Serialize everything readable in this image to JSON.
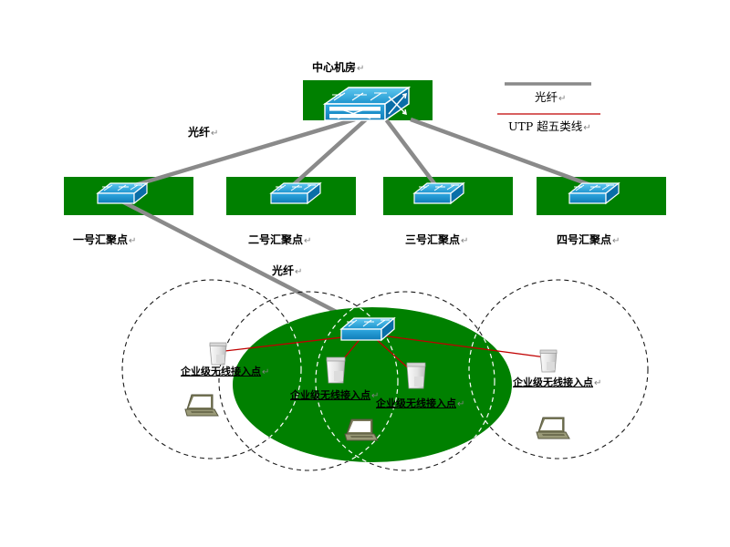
{
  "diagram": {
    "title_text": "中心机房",
    "pilcrow": "↵",
    "colors": {
      "zone_green": "#008000",
      "fiber_gray": "#808080",
      "utp_red": "#c00000",
      "switch_blue": "#1f9fd8",
      "switch_dark": "#0a6ea8",
      "ap_gray": "#e8e8e8",
      "laptop_olive": "#6b6b4b",
      "background": "#ffffff"
    },
    "core": {
      "label": "中心机房"
    },
    "aggregation_points": [
      {
        "label": "一号汇聚点"
      },
      {
        "label": "二号汇聚点"
      },
      {
        "label": "三号汇聚点"
      },
      {
        "label": "四号汇聚点"
      }
    ],
    "link_labels": [
      {
        "text": "光纤"
      },
      {
        "text": "光纤"
      }
    ],
    "legend": {
      "items": [
        {
          "label": "光纤",
          "color": "#808080",
          "style": "solid-thick"
        },
        {
          "label": "UTP 超五类线",
          "color": "#c00000",
          "style": "solid-thin"
        }
      ]
    },
    "access_points": [
      {
        "label": "企业级无线接入点"
      },
      {
        "label": "企业级无线接入点"
      },
      {
        "label": "企业级无线接入点"
      },
      {
        "label": "企业级无线接入点"
      }
    ],
    "clients": [
      {
        "name": "laptop-left"
      },
      {
        "name": "laptop-center"
      },
      {
        "name": "laptop-right"
      }
    ],
    "coverage_circles": 4
  }
}
